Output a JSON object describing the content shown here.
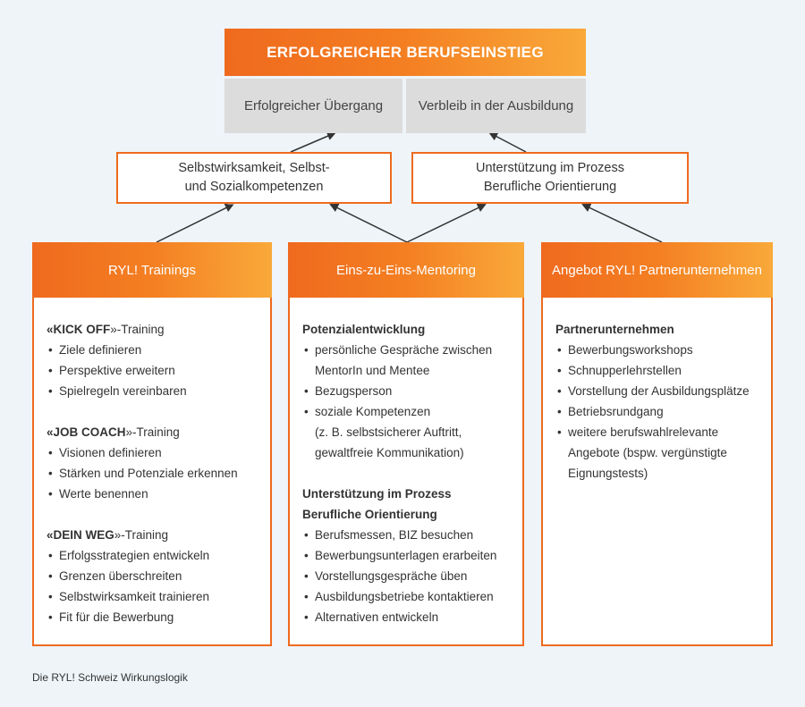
{
  "top": {
    "title": "ERFOLGREICHER BERUFSEINSTIEG"
  },
  "outcomes": {
    "left": "Erfolgreicher Übergang",
    "right": "Verbleib in der Ausbildung"
  },
  "mid": {
    "left": {
      "line1": "Selbstwirksamkeit, Selbst-",
      "line2": "und Sozialkompetenzen"
    },
    "right": {
      "line1": "Unterstützung im Prozess",
      "line2": "Berufliche Orientierung"
    }
  },
  "columns": [
    {
      "header": "RYL! Trainings",
      "sections": [
        {
          "quote": "«",
          "title_bold": "KICK OFF",
          "title_rest": "»-Training",
          "items": [
            "Ziele definieren",
            "Perspektive erweitern",
            "Spielregeln vereinbaren"
          ]
        },
        {
          "quote": "«",
          "title_bold": "JOB COACH",
          "title_rest": "»-Training",
          "items": [
            "Visionen definieren",
            "Stärken und Potenziale erkennen",
            "Werte benennen"
          ]
        },
        {
          "quote": "«",
          "title_bold": "DEIN WEG",
          "title_rest": "»-Training",
          "items": [
            "Erfolgsstrategien entwickeln",
            "Grenzen überschreiten",
            "Selbstwirksamkeit trainieren",
            "Fit für die Bewerbung"
          ]
        }
      ]
    },
    {
      "header": "Eins-zu-Eins-Mentoring",
      "sections": [
        {
          "title": "Potenzialentwicklung",
          "items": [
            {
              "line1": "persönliche Gespräche zwischen",
              "line2": "MentorIn und Mentee"
            },
            {
              "line1": "Bezugsperson"
            },
            {
              "line1": "soziale Kompetenzen",
              "line2": "(z. B. selbstsicherer Auftritt,",
              "line3": "gewaltfreie Kommunikation)"
            }
          ]
        },
        {
          "title_line1": "Unterstützung im Prozess",
          "title_line2": "Berufliche Orientierung",
          "items": [
            "Berufsmessen, BIZ besuchen",
            "Bewerbungsunterlagen erarbeiten",
            "Vorstellungsgespräche üben",
            "Ausbildungsbetriebe kontaktieren",
            "Alternativen entwickeln"
          ]
        }
      ]
    },
    {
      "header": "Angebot RYL! Partnerunternehmen",
      "sections": [
        {
          "title": "Partnerunternehmen",
          "items": [
            {
              "line1": "Bewerbungsworkshops"
            },
            {
              "line1": "Schnupperlehrstellen"
            },
            {
              "line1": "Vorstellung der Ausbildungsplätze"
            },
            {
              "line1": "Betriebsrundgang"
            },
            {
              "line1": "weitere berufswahlrelevante",
              "line2": "Angebote (bspw. vergünstigte",
              "line3": "Eignungstests)"
            }
          ]
        }
      ]
    }
  ],
  "caption": "Die RYL! Schweiz Wirkungslogik",
  "colors": {
    "accent": "#ef6a1e",
    "accent_light": "#f9a93a",
    "gray_box": "#dcdcdc",
    "background": "#eef4f8",
    "arrow": "#333333"
  }
}
